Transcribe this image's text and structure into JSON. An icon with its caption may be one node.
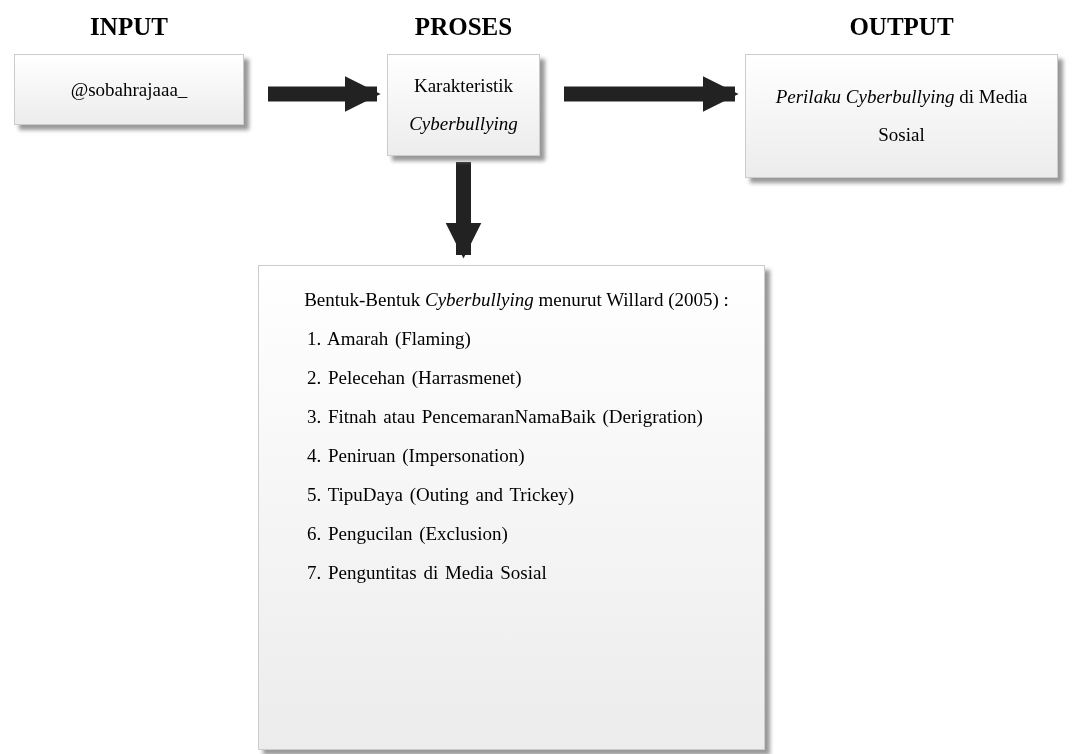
{
  "diagram": {
    "nodes": [
      {
        "text": [
          "INPUT",
          "@sobahrajaaa_"
        ]
      },
      {
        "text": [
          "PROSES",
          "Karakteristik *Cyberbullying*"
        ]
      },
      {
        "text": [
          "OUTPUT",
          "*Perilaku Cyberbullying* di Media Sosial"
        ]
      },
      {
        "text": [
          "Bentuk-Bentuk *Cyberbullying* menurut Willard (2005) :",
          "1. Amarah (Flaming)",
          "2. Pelecehan (Harrasmenet)",
          "3. Fitnah atau PencemaranNamaBaik (Derigration)",
          "4. Peniruan (Impersonation)",
          "5. TipuDaya (Outing and Trickey)",
          "6. Pengucilan (Exclusion)",
          "7. Penguntitas di Media Sosial"
        ]
      }
    ],
    "edges": [
      {
        "from": 0,
        "to": 1,
        "arrow": "to"
      },
      {
        "from": 1,
        "to": 2,
        "arrow": "to"
      },
      {
        "from": 1,
        "to": 3,
        "arrow": "to"
      }
    ]
  }
}
